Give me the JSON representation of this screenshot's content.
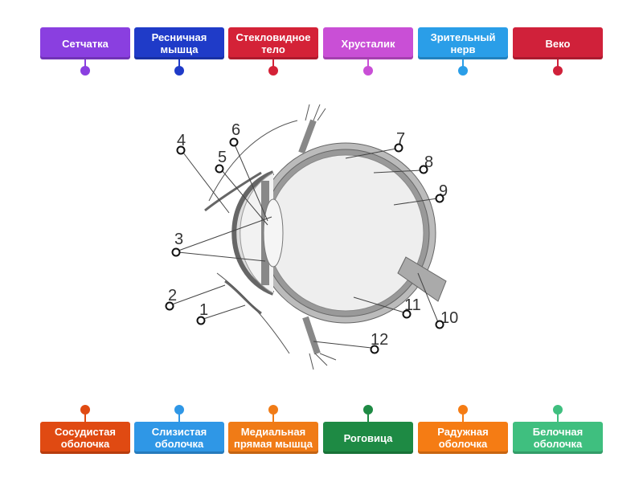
{
  "top_labels": [
    {
      "text": "Сетчатка",
      "color": "#8a3fe0"
    },
    {
      "text": "Ресничная мышца",
      "color": "#1f3bc8"
    },
    {
      "text": "Стекловидное тело",
      "color": "#d42237"
    },
    {
      "text": "Хрусталик",
      "color": "#c94fd6"
    },
    {
      "text": "Зрительный нерв",
      "color": "#2a9ee8"
    },
    {
      "text": "Веко",
      "color": "#d0213a"
    }
  ],
  "bottom_labels": [
    {
      "text": "Сосудистая оболочка",
      "color": "#e04a12"
    },
    {
      "text": "Слизистая оболочка",
      "color": "#2f97e6"
    },
    {
      "text": "Медиальная прямая мышца",
      "color": "#f07b16"
    },
    {
      "text": "Роговица",
      "color": "#1e8a44"
    },
    {
      "text": "Радужная оболочка",
      "color": "#f57c14"
    },
    {
      "text": "Белочная оболочка",
      "color": "#3fbf7f"
    }
  ],
  "diagram_numbers": [
    "1",
    "2",
    "3",
    "4",
    "5",
    "6",
    "7",
    "8",
    "9",
    "10",
    "11",
    "12"
  ]
}
